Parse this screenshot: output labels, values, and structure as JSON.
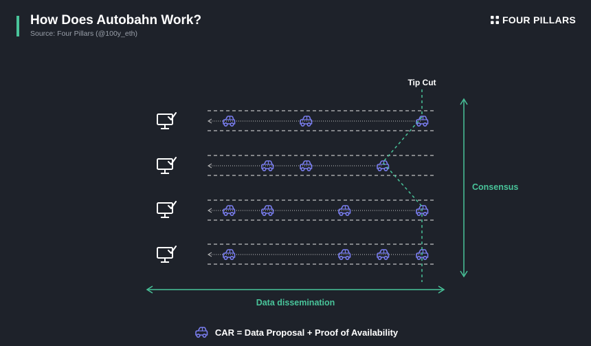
{
  "header": {
    "title": "How Does Autobahn Work?",
    "source": "Source: Four Pillars (@100y_eth)"
  },
  "brand": {
    "name": "FOUR PILLARS",
    "logo_icon": "four-dots-icon"
  },
  "diagram": {
    "tip_cut_label": "Tip Cut",
    "consensus_label": "Consensus",
    "dissemination_label": "Data dissemination",
    "lanes": [
      {
        "validator_icon": "monitor-check-icon",
        "cars": 3
      },
      {
        "validator_icon": "monitor-check-icon",
        "cars": 3
      },
      {
        "validator_icon": "monitor-check-icon",
        "cars": 4
      },
      {
        "validator_icon": "monitor-check-icon",
        "cars": 4
      }
    ]
  },
  "legend": {
    "icon": "car-icon",
    "text": "CAR = Data Proposal + Proof of Availability"
  },
  "colors": {
    "background": "#1e222a",
    "accent": "#49c49a",
    "car": "#7a7ef0",
    "text": "#ffffff",
    "muted": "#9aa0aa"
  }
}
